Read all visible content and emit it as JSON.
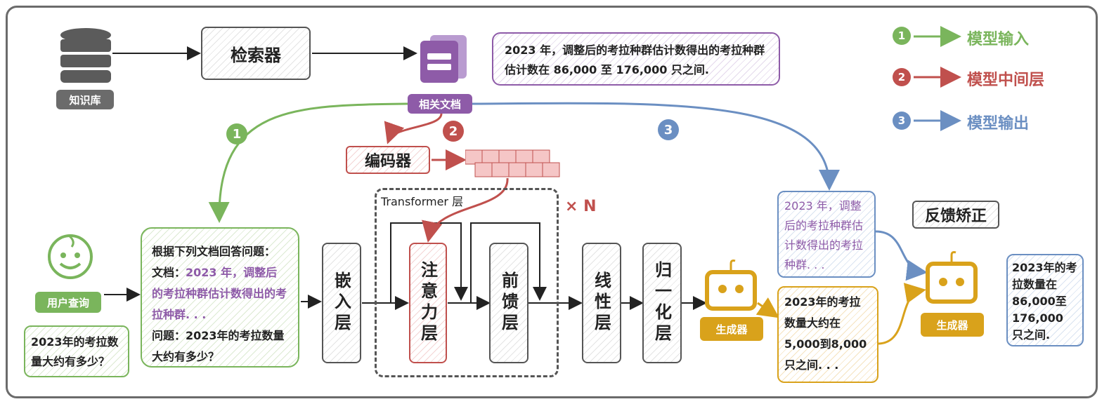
{
  "colors": {
    "green": "#7ab55c",
    "red": "#c0504d",
    "blue": "#6b8fc2",
    "purple": "#8e5ba8",
    "orange": "#d9a21b",
    "gray": "#6b6b6b"
  },
  "icons": [
    "database-icon",
    "document-icon",
    "baby-face-icon",
    "robot-icon"
  ],
  "nodes": {
    "knowledge_base": "知识库",
    "retriever": "检索器",
    "related_docs": "相关文档",
    "encoder": "编码器",
    "user_query": "用户查询",
    "embedding": "嵌入层",
    "attention": "注意力层",
    "feedforward": "前馈层",
    "linear": "线性层",
    "normalize": "归一化层",
    "generator": "生成器",
    "transformer_label": "Transformer 层",
    "repeat": "× N",
    "feedback": "反馈矫正"
  },
  "markers": {
    "one": "1",
    "two": "2",
    "three": "3"
  },
  "legend": [
    {
      "num": "1",
      "label": "模型输入"
    },
    {
      "num": "2",
      "label": "模型中间层"
    },
    {
      "num": "3",
      "label": "模型输出"
    }
  ],
  "texts": {
    "retrieved_doc": "2023 年，调整后的考拉种群估计数得出的考拉种群估计数在 86,000 至 176,000 只之间.",
    "question": "2023年的考拉数量大约有多少？",
    "prompt_line1": "根据下列文档回答问题：",
    "prompt_doc_label": "文档：",
    "prompt_doc_text": "2023 年，调整后的考拉种群估计数得出的考拉种群. . .",
    "prompt_q_label": "问题：",
    "prompt_q_text": "2023年的考拉数量大约有多少？",
    "blue_output": "2023 年，调整后的考拉种群估计数得出的考拉种群. . .",
    "orange_output": "2023年的考拉数量大约在5,000到8,000只之间. . .",
    "final_output": "2023年的考拉数量在86,000至176,000 只之间."
  }
}
